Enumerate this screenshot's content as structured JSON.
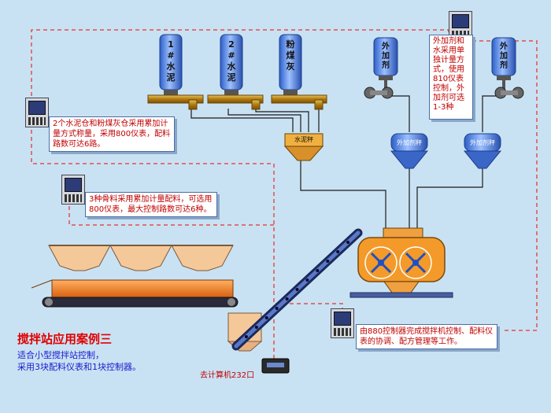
{
  "colors": {
    "background": "#c9e2f3",
    "dashed_line": "#e05050",
    "signal_line": "#1a1a1a",
    "note_text": "#c00000",
    "title_text": "#e00000",
    "subtitle_text": "#1a1acc",
    "silo_fill": "#4a7de0",
    "pipe": "#b8860b",
    "hopper": "#e8a33c",
    "mixer": "#f08a1a"
  },
  "icons": {
    "controller": "controller-icon",
    "display": "display-icon"
  },
  "silos": [
    {
      "label": "1#水泥"
    },
    {
      "label": "2#水泥"
    },
    {
      "label": "粉煤灰"
    }
  ],
  "additive_tanks": [
    {
      "label": "外加剂"
    },
    {
      "label": "外加剂"
    }
  ],
  "hoppers": {
    "cement": "水泥秤",
    "additive_1": "外加剂秤",
    "additive_2": "外加剂秤"
  },
  "notes": {
    "powder": "2个水泥仓和粉煤灰仓采用累加计量方式称量，采用800仪表，配料路数可达6路。",
    "aggregate": "3种骨料采用累加计量配料，可选用800仪表，最大控制路数可达6种。",
    "additive": "外加剂和水采用单独计量方式，使用810仪表控制，外加剂可选1-3种",
    "controller": "由880控制器完成搅拌机控制、配料仪表的协调、配方管理等工作。"
  },
  "computer_label": "去计算机232口",
  "title": "搅拌站应用案例三",
  "subtitle_lines": [
    "适合小型搅拌站控制，",
    "采用3块配料仪表和1块控制器。"
  ]
}
